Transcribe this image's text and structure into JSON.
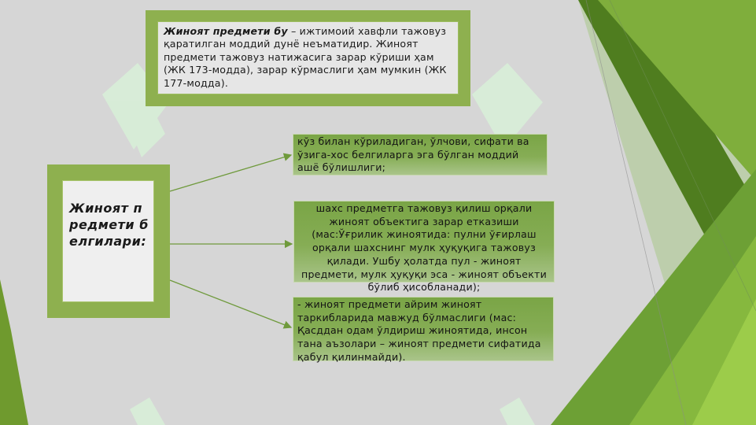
{
  "definition": {
    "term": "Жиноят предмети бу",
    "text": " – ижтимоий хавфли тажовуз қаратилган моддий дунё неъматидир. Жиноят предмети тажовуз натижасига зарар кўриши ҳам (ЖК 173-модда), зарар кўрмаслиги ҳам мумкин (ЖК 177-модда)."
  },
  "main": {
    "title": "Жиноят предмети белгилари:"
  },
  "features": [
    {
      "text": "кўз билан кўриладиган, ўлчови, сифати ва ўзига-хос белгиларга эга бўлган моддий ашё бўлишлиги;"
    },
    {
      "text": "шахс предметга тажовуз қилиш орқали жиноят объектига зарар етказиши (мас:Ўғрилик жиноятида: пулни ўғирлаш орқали шахснинг мулк ҳуқуқига тажовуз қилади. Ушбу ҳолатда пул - жиноят предмети, мулк ҳуқуқи эса - жиноят объекти бўлиб ҳисобланади);"
    },
    {
      "text": "- жиноят предмети айрим жиноят таркибларида мавжуд бўлмаслиги (мас: Қасддан одам ўлдириш жиноятида, инсон тана аъзолари – жиноят предмети сифатида қабул қилинмайди)."
    }
  ],
  "colors": {
    "frame": "#8eb04f",
    "box_green": "#7aa546",
    "arrow": "#6f9a3c",
    "dark_green": "#4b7a1f"
  }
}
